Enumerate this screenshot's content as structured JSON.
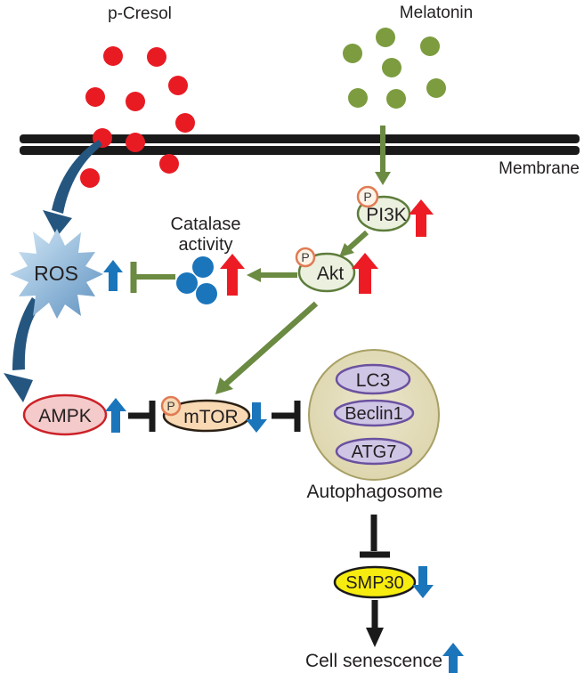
{
  "figure": {
    "stimuli": {
      "p_cresol": {
        "label": "p-Cresol",
        "dot_color": "#e81b23",
        "dot_count": 10
      },
      "melatonin": {
        "label": "Melatonin",
        "dot_color": "#7c9c3f",
        "dot_count": 7
      }
    },
    "membrane": {
      "label": "Membrane",
      "color": "#1a1a1a"
    },
    "nodes": {
      "ros": {
        "label": "ROS",
        "trend": "up",
        "trend_color": "#1b75bb"
      },
      "catalase": {
        "label_line1": "Catalase",
        "label_line2": "activity",
        "trend": "up",
        "trend_color": "#ed1c24",
        "dot_color": "#1b75bb"
      },
      "pi3k": {
        "label": "PI3K",
        "phospho": "P",
        "trend": "up",
        "trend_color": "#ed1c24"
      },
      "akt": {
        "label": "Akt",
        "phospho": "P",
        "trend": "up",
        "trend_color": "#ed1c24"
      },
      "ampk": {
        "label": "AMPK",
        "trend": "up",
        "trend_color": "#1b75bb"
      },
      "mtor": {
        "label": "mTOR",
        "phospho": "P",
        "trend": "down",
        "trend_color": "#1b75bb"
      },
      "autophagosome": {
        "label": "Autophagosome",
        "components": [
          "LC3",
          "Beclin1",
          "ATG7"
        ]
      },
      "smp30": {
        "label": "SMP30",
        "trend": "down",
        "trend_color": "#1b75bb"
      },
      "cell_senescence": {
        "label": "Cell senescence",
        "trend": "up",
        "trend_color": "#1b75bb"
      }
    },
    "edges": [
      {
        "from": "p-Cresol",
        "to": "ROS",
        "type": "activate",
        "color": "#25567f"
      },
      {
        "from": "ROS",
        "to": "AMPK",
        "type": "activate",
        "color": "#25567f"
      },
      {
        "from": "Melatonin",
        "to": "PI3K",
        "type": "activate",
        "color": "#6b8a42"
      },
      {
        "from": "PI3K",
        "to": "Akt",
        "type": "activate",
        "color": "#6b8a42"
      },
      {
        "from": "Akt",
        "to": "Catalase activity",
        "type": "activate",
        "color": "#6b8a42"
      },
      {
        "from": "Akt",
        "to": "mTOR",
        "type": "activate",
        "color": "#6b8a42"
      },
      {
        "from": "Catalase activity",
        "to": "ROS",
        "type": "inhibit",
        "color": "#6b8a42"
      },
      {
        "from": "AMPK",
        "to": "mTOR",
        "type": "inhibit",
        "color": "#1a1a1a"
      },
      {
        "from": "mTOR",
        "to": "Autophagosome",
        "type": "inhibit",
        "color": "#1a1a1a"
      },
      {
        "from": "Autophagosome",
        "to": "SMP30",
        "type": "inhibit",
        "color": "#1a1a1a"
      },
      {
        "from": "SMP30",
        "to": "Cell senescence",
        "type": "activate",
        "color": "#1a1a1a"
      }
    ],
    "colors": {
      "red_dot": "#e81b23",
      "green_dot": "#7c9c3f",
      "blue_dot": "#1b75bb",
      "membrane": "#1a1a1a",
      "green_arrow": "#6b8a42",
      "navy_arrow": "#25567f",
      "blue_trend": "#1b75bb",
      "red_trend": "#ed1c24"
    }
  }
}
